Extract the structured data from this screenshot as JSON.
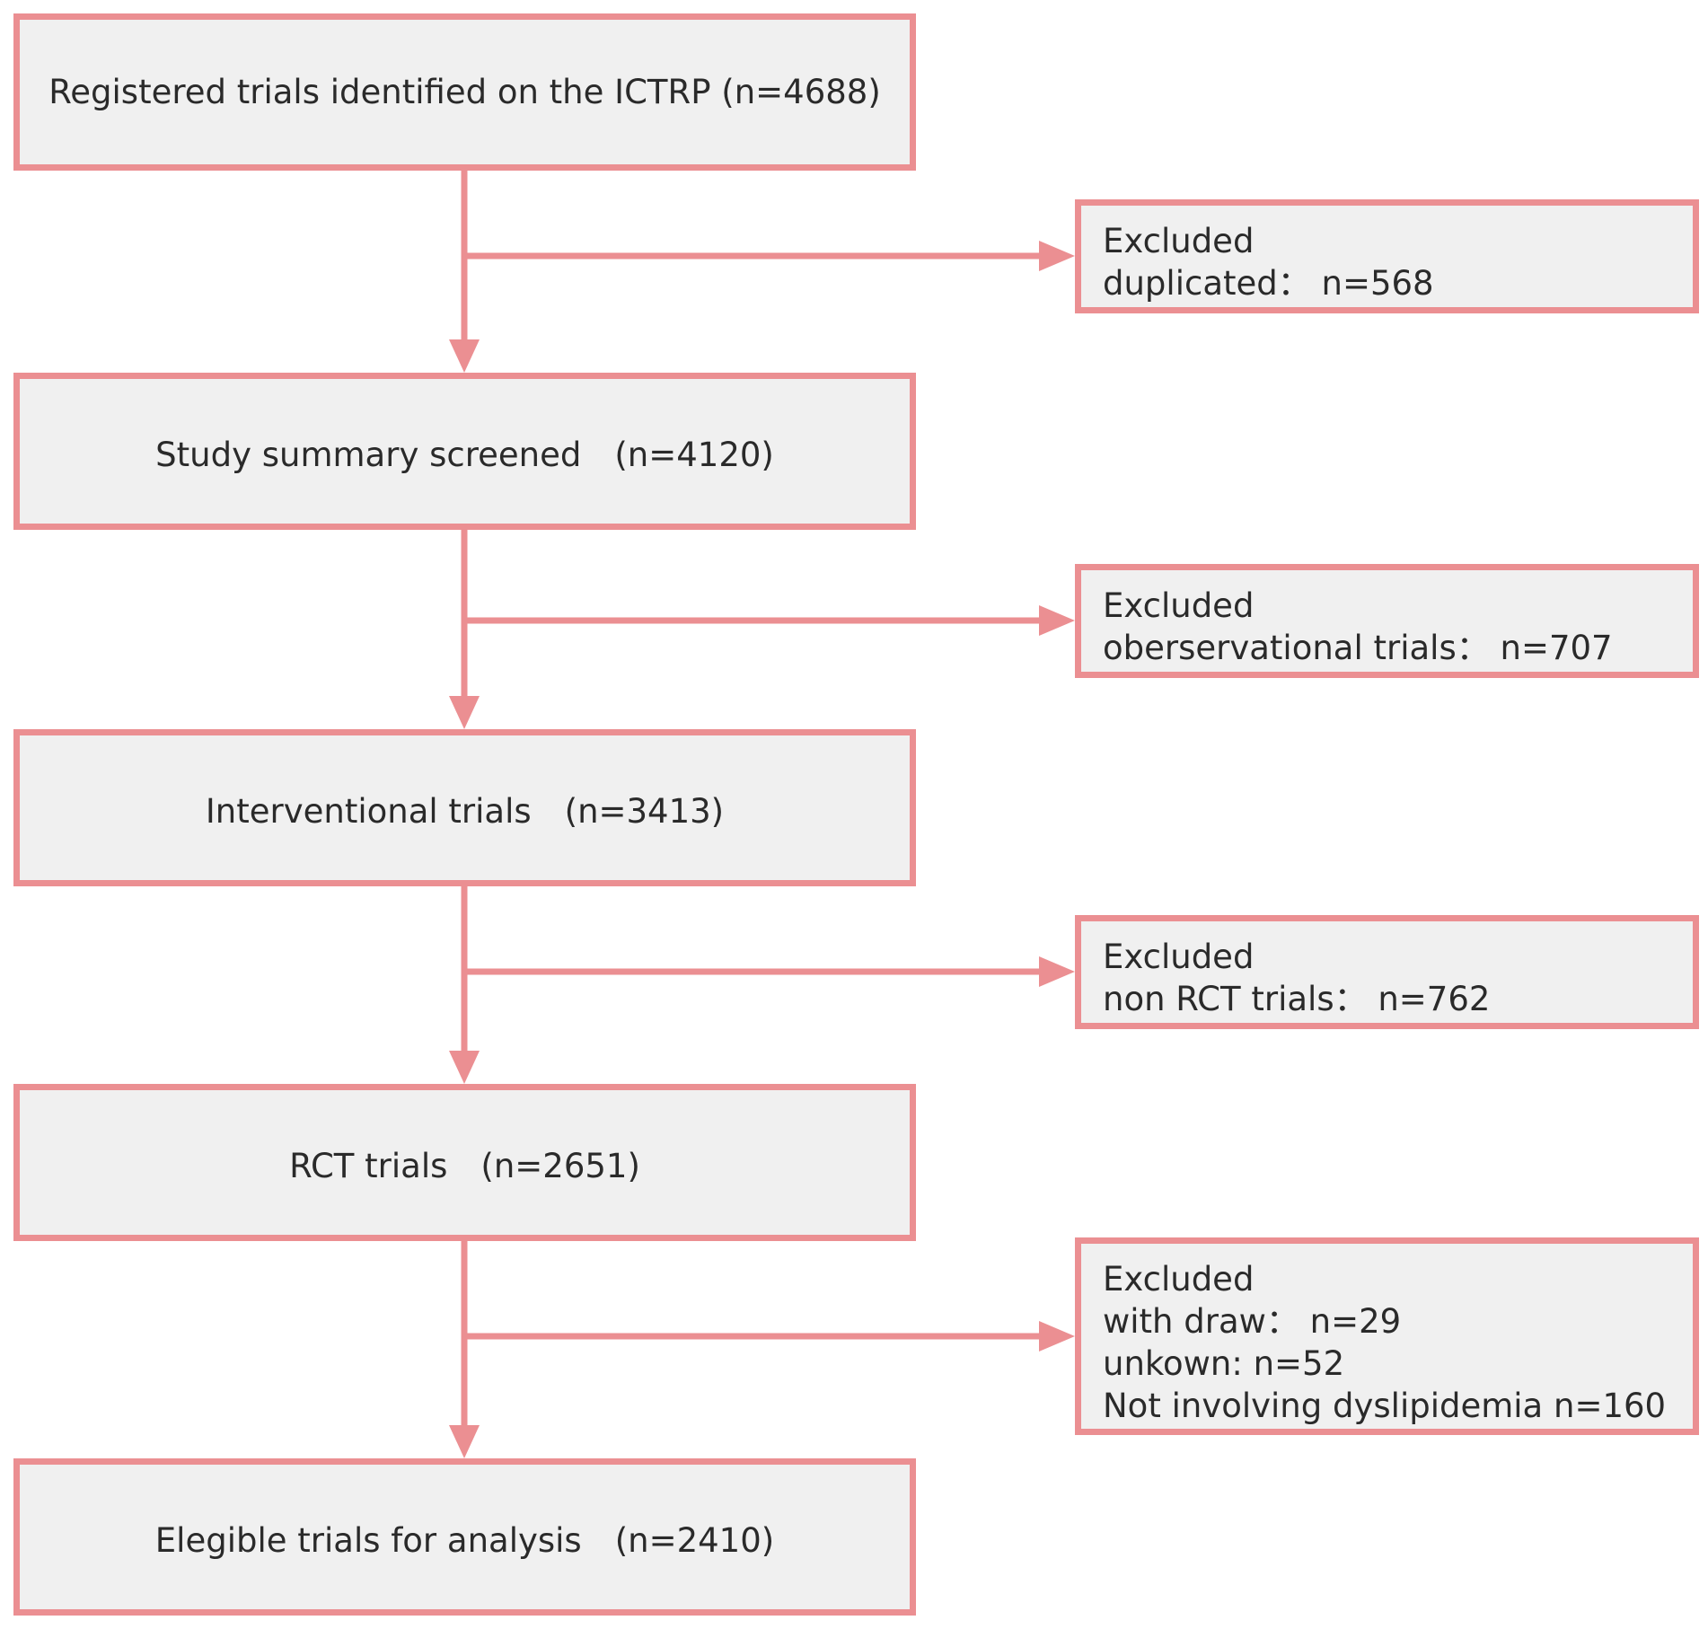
{
  "flowchart": {
    "steps": [
      {
        "label": "Registered trials identified on the ICTRP (n=4688)"
      },
      {
        "label": "Study summary screened　(n=4120)"
      },
      {
        "label": "Interventional trials　(n=3413)"
      },
      {
        "label": "RCT trials　(n=2651)"
      },
      {
        "label": "Elegible trials for analysis　(n=2410)"
      }
    ],
    "exclusions": [
      {
        "title": "Excluded",
        "lines": [
          "duplicated： n=568"
        ]
      },
      {
        "title": "Excluded",
        "lines": [
          "oberservational trials： n=707"
        ]
      },
      {
        "title": "Excluded",
        "lines": [
          "non RCT trials： n=762"
        ]
      },
      {
        "title": "Excluded",
        "lines": [
          "with draw： n=29",
          "unkown: n=52",
          "Not involving dyslipidemia n=160"
        ]
      }
    ]
  },
  "colors": {
    "border": "#eb8f92",
    "box_fill": "#f0f0f0",
    "arrow": "#eb8f92",
    "text": "#2a2a2a"
  }
}
